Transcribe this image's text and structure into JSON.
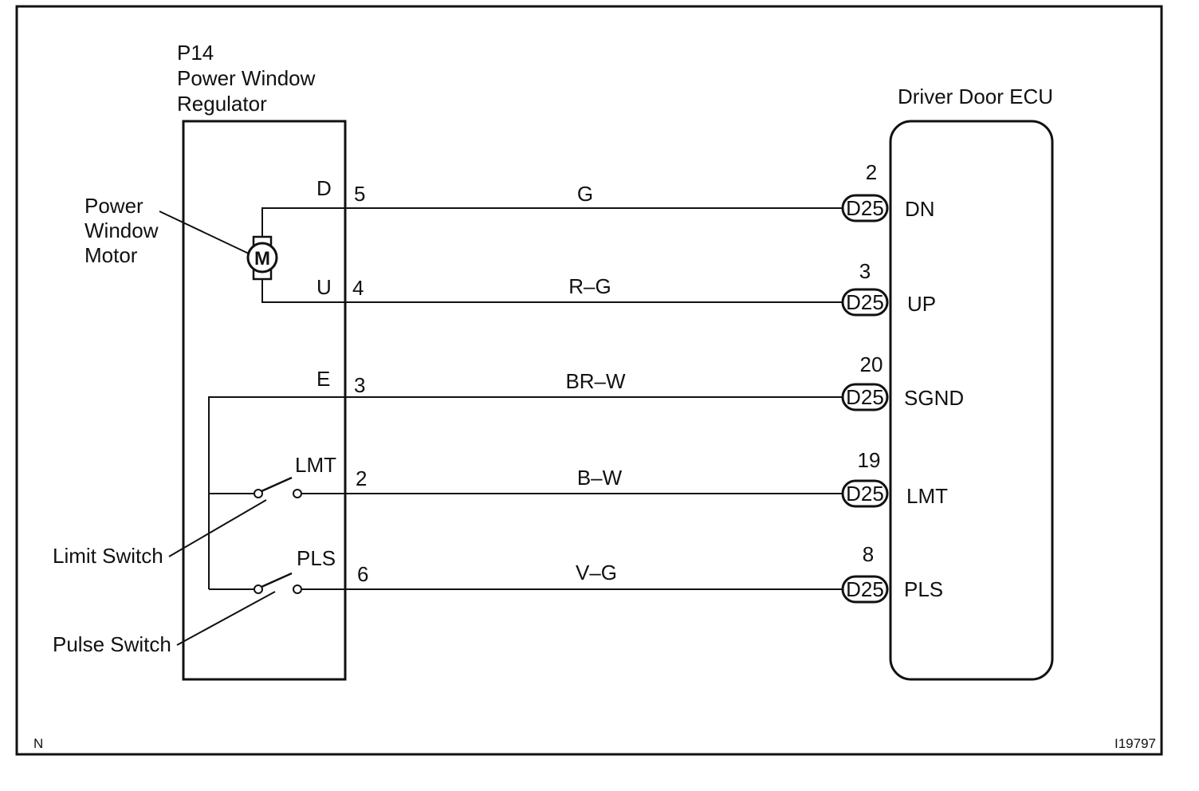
{
  "regulator": {
    "connector": "P14",
    "name_line1": "Power Window",
    "name_line2": "Regulator"
  },
  "motor": {
    "label_line1": "Power",
    "label_line2": "Window",
    "label_line3": "Motor",
    "symbol": "M"
  },
  "ecu": {
    "name": "Driver Door ECU"
  },
  "switches": {
    "limit_label": "Limit Switch",
    "pulse_label": "Pulse Switch"
  },
  "wires": [
    {
      "reg_term": "D",
      "reg_pin": "5",
      "color": "G",
      "ecu_pin": "2",
      "connector": "D25",
      "ecu_term": "DN"
    },
    {
      "reg_term": "U",
      "reg_pin": "4",
      "color": "R–G",
      "ecu_pin": "3",
      "connector": "D25",
      "ecu_term": "UP"
    },
    {
      "reg_term": "E",
      "reg_pin": "3",
      "color": "BR–W",
      "ecu_pin": "20",
      "connector": "D25",
      "ecu_term": "SGND"
    },
    {
      "reg_term": "LMT",
      "reg_pin": "2",
      "color": "B–W",
      "ecu_pin": "19",
      "connector": "D25",
      "ecu_term": "LMT"
    },
    {
      "reg_term": "PLS",
      "reg_pin": "6",
      "color": "V–G",
      "ecu_pin": "8",
      "connector": "D25",
      "ecu_term": "PLS"
    }
  ],
  "footer": {
    "left_code": "N",
    "figure_id": "I19797"
  }
}
